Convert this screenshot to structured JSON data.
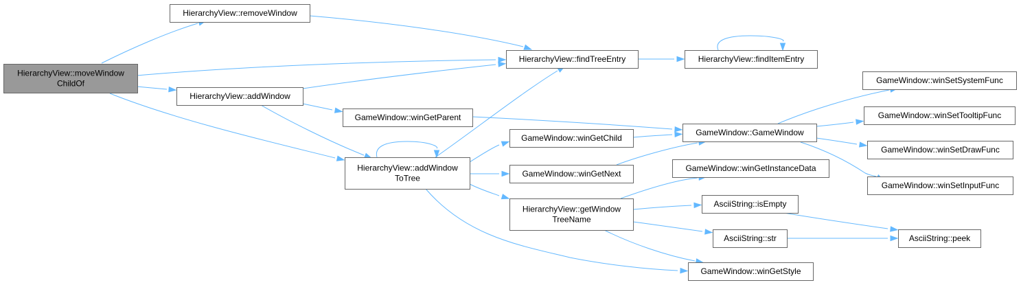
{
  "nodes": {
    "moveWindowChildOf": [
      "HierarchyView::moveWindow",
      "ChildOf"
    ],
    "removeWindow": [
      "HierarchyView::removeWindow"
    ],
    "addWindow": [
      "HierarchyView::addWindow"
    ],
    "addWindowToTree": [
      "HierarchyView::addWindow",
      "ToTree"
    ],
    "findTreeEntry": [
      "HierarchyView::findTreeEntry"
    ],
    "findItemEntry": [
      "HierarchyView::findItemEntry"
    ],
    "winGetParent": [
      "GameWindow::winGetParent"
    ],
    "winGetChild": [
      "GameWindow::winGetChild"
    ],
    "winGetNext": [
      "GameWindow::winGetNext"
    ],
    "getWindowTreeName": [
      "HierarchyView::getWindow",
      "TreeName"
    ],
    "gameWindowCtor": [
      "GameWindow::GameWindow"
    ],
    "winGetInstanceData": [
      "GameWindow::winGetInstanceData"
    ],
    "isEmpty": [
      "AsciiString::isEmpty"
    ],
    "str": [
      "AsciiString::str"
    ],
    "winGetStyle": [
      "GameWindow::winGetStyle"
    ],
    "winSetSystemFunc": [
      "GameWindow::winSetSystemFunc"
    ],
    "winSetTooltipFunc": [
      "GameWindow::winSetTooltipFunc"
    ],
    "winSetDrawFunc": [
      "GameWindow::winSetDrawFunc"
    ],
    "winSetInputFunc": [
      "GameWindow::winSetInputFunc"
    ],
    "peek": [
      "AsciiString::peek"
    ]
  },
  "colors": {
    "edge": "#63b8ff",
    "root_fill": "#999999",
    "node_fill": "#ffffff",
    "node_border": "#666666"
  }
}
